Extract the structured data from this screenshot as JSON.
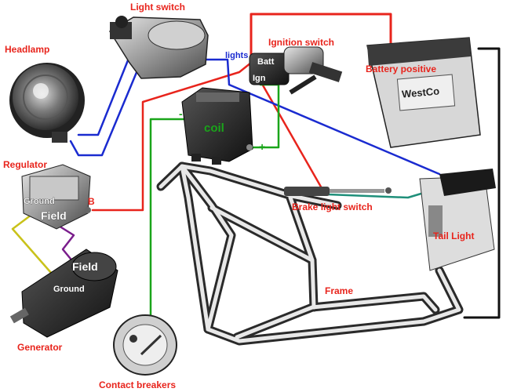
{
  "labels": {
    "light_switch": "Light switch",
    "headlamp": "Headlamp",
    "ignition_switch": "Ignition switch",
    "battery_positive": "Battery positive",
    "lights": "lights",
    "batt": "Batt",
    "ign": "Ign",
    "coil": "coil",
    "coil_minus": "-",
    "coil_plus": "+",
    "regulator": "Regulator",
    "reg_ground": "Ground",
    "reg_field": "Field",
    "reg_b": "B",
    "gen_field": "Field",
    "gen_ground": "Ground",
    "generator": "Generator",
    "brake_light_switch": "Brake light switch",
    "tail_light": "Tail Light",
    "frame": "Frame",
    "contact_breakers": "Contact breakers",
    "battery_brand": "WestCo"
  },
  "colors": {
    "red_wire": "#e8241c",
    "blue_wire": "#1a2bd0",
    "green_wire": "#1aa51a",
    "black_wire": "#111111",
    "purple_wire": "#7a1d8c",
    "yellow_wire": "#c9c21a",
    "teal_wire": "#1f8f7a"
  }
}
